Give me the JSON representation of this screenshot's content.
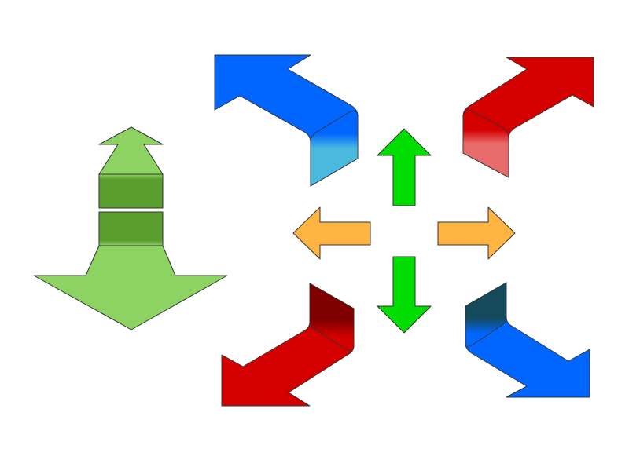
{
  "colors": {
    "background": "#ffffff",
    "big_green": "#8cd362",
    "big_green_dark": "#5a9e2e",
    "blue": "#0066ff",
    "blue_light_face": "#4bb8de",
    "blue_dark_face": "#154a5c",
    "red": "#d40000",
    "red_light_face": "#e86c6c",
    "red_dark_face": "#800000",
    "small_green": "#00dd00",
    "orange": "#ffb340"
  },
  "arrows": [
    {
      "name": "double-green-arrow",
      "directions": [
        "up",
        "down"
      ]
    },
    {
      "name": "blue-bent-arrow",
      "direction": "up-left"
    },
    {
      "name": "red-bent-arrow",
      "direction": "up-right"
    },
    {
      "name": "red-bent-arrow",
      "direction": "down-left"
    },
    {
      "name": "blue-bent-arrow",
      "direction": "down-right"
    },
    {
      "name": "green-arrow",
      "direction": "up"
    },
    {
      "name": "green-arrow",
      "direction": "down"
    },
    {
      "name": "orange-arrow",
      "direction": "left"
    },
    {
      "name": "orange-arrow",
      "direction": "right"
    }
  ]
}
